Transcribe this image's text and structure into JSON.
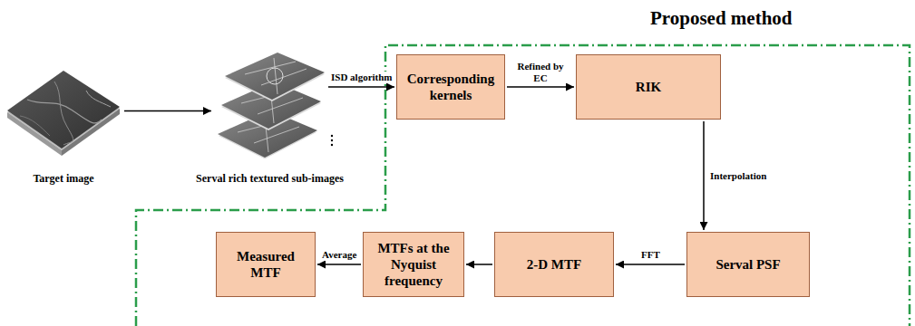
{
  "diagram": {
    "title": "Proposed method",
    "nodes": [
      {
        "text": [
          "Target image"
        ]
      },
      {
        "text": [
          "Serval rich textured sub-images"
        ]
      },
      {
        "text": [
          "Corresponding kernels"
        ]
      },
      {
        "text": [
          "RIK"
        ]
      },
      {
        "text": [
          "Serval PSF"
        ]
      },
      {
        "text": [
          "2-D MTF"
        ]
      },
      {
        "text": [
          "MTFs at the Nyquist frequency"
        ]
      },
      {
        "text": [
          "Measured MTF"
        ]
      }
    ],
    "edges": [
      {
        "from": 0,
        "to": 1,
        "arrow": "to"
      },
      {
        "from": 1,
        "to": 2,
        "label": "ISD algorithm",
        "arrow": "to"
      },
      {
        "from": 2,
        "to": 3,
        "label": "Refined by EC",
        "arrow": "to"
      },
      {
        "from": 3,
        "to": 4,
        "label": "Interpolation",
        "arrow": "to"
      },
      {
        "from": 4,
        "to": 5,
        "label": "FFT",
        "arrow": "to"
      },
      {
        "from": 5,
        "to": 6,
        "arrow": "to"
      },
      {
        "from": 6,
        "to": 7,
        "label": "Average",
        "arrow": "to"
      }
    ]
  }
}
